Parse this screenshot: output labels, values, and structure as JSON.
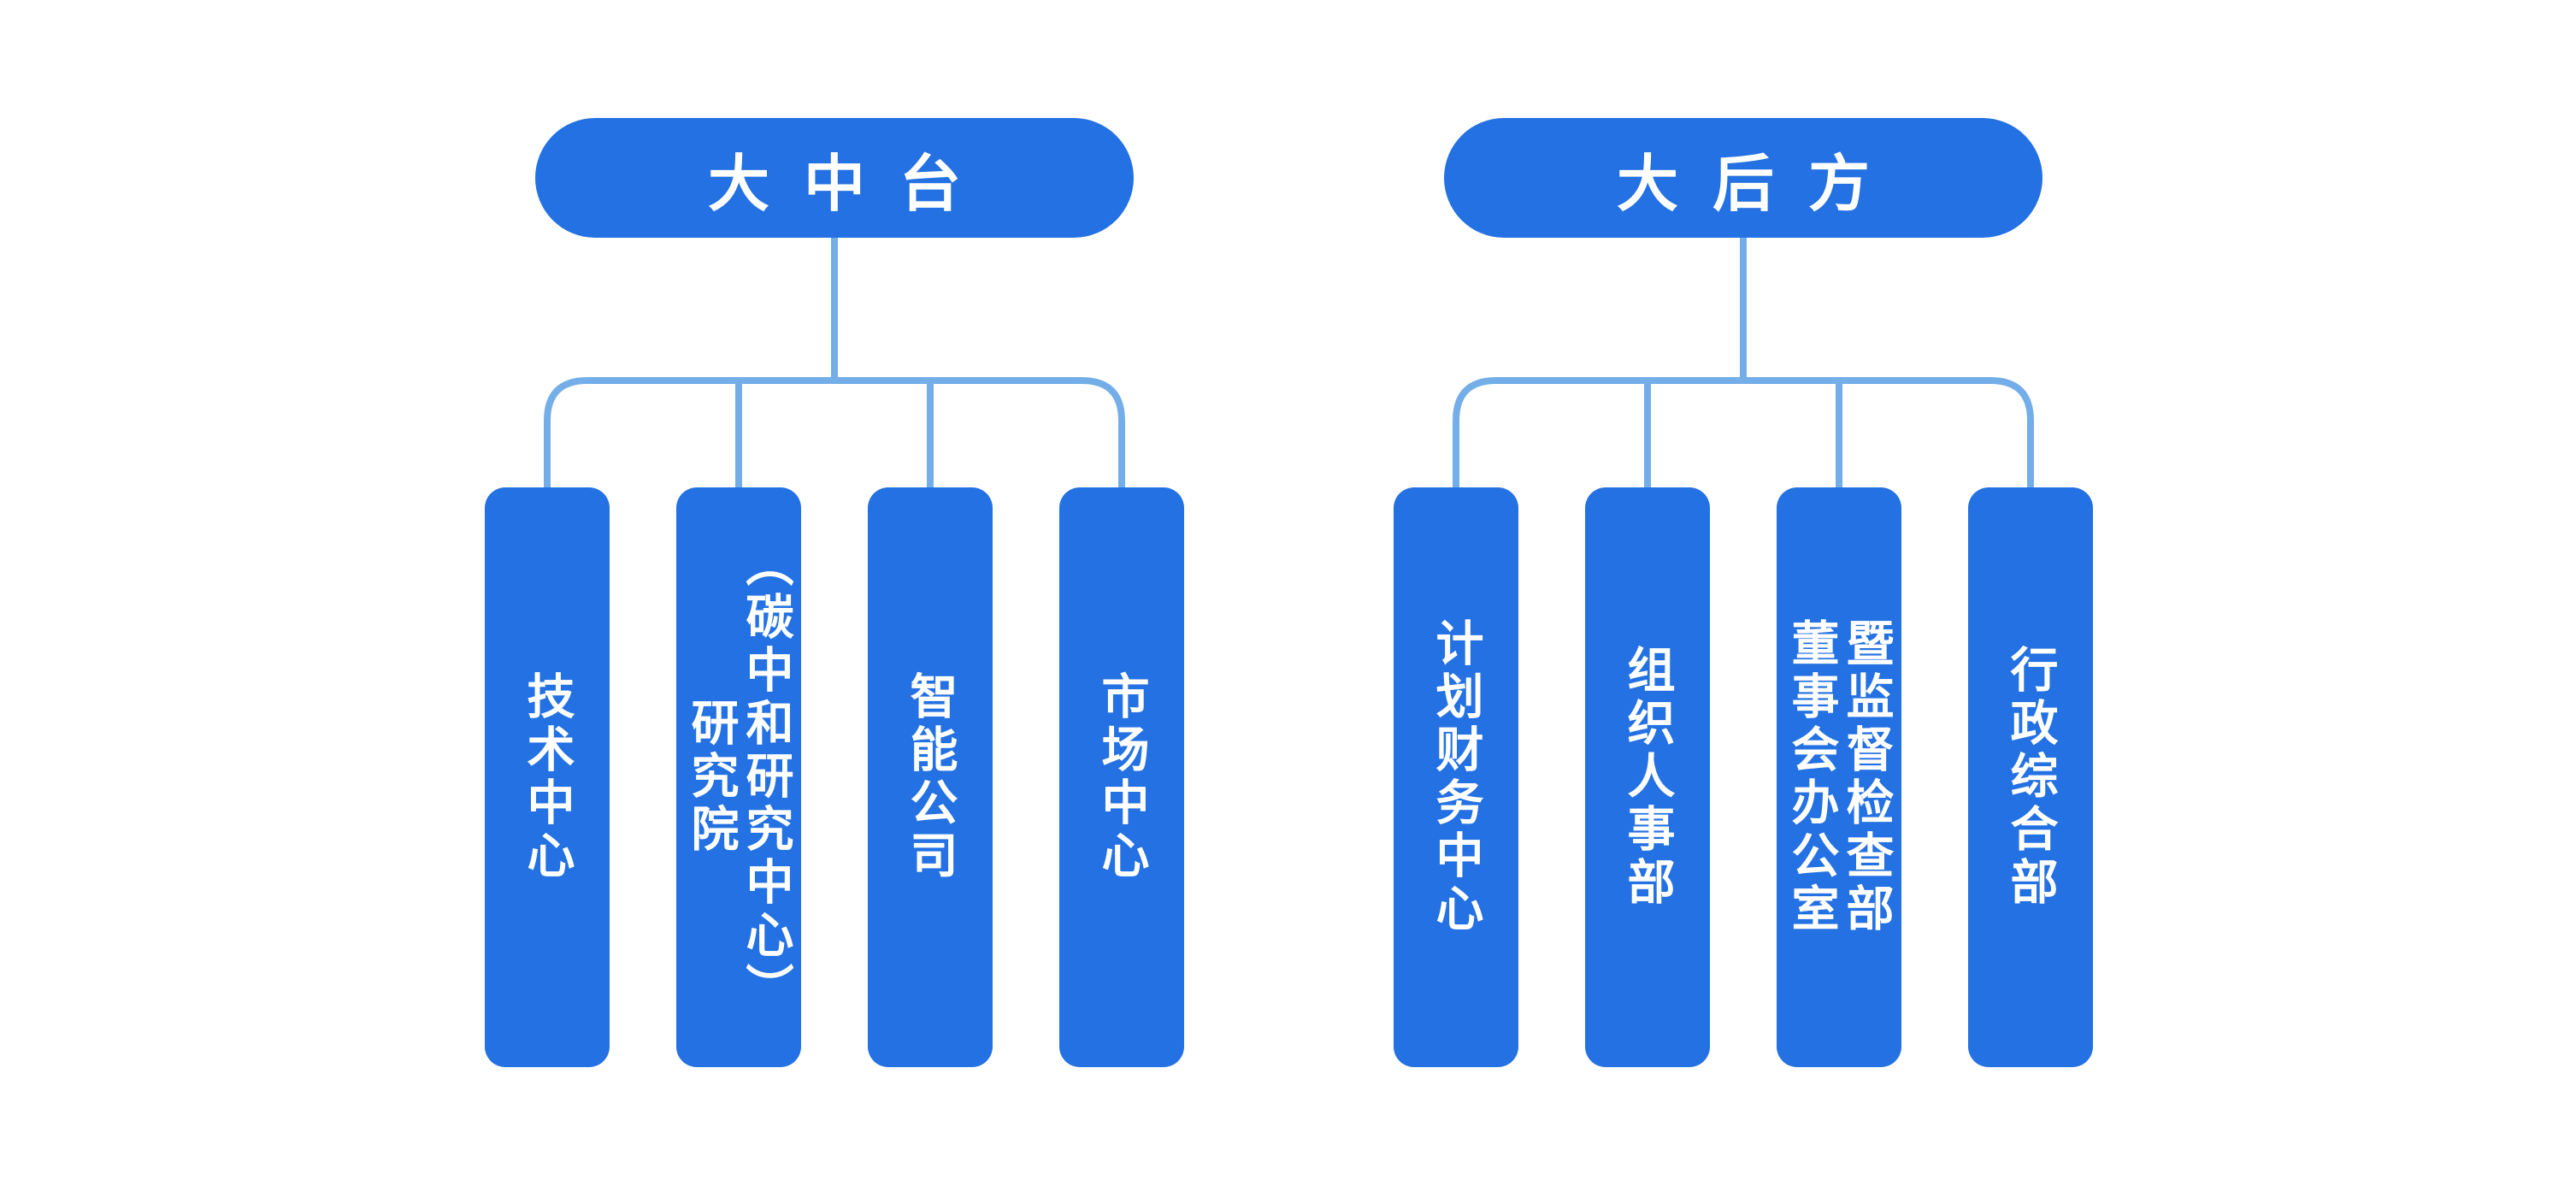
{
  "theme": {
    "node_blue": "#2371E2",
    "connector_blue": "#74AEE8",
    "text_white": "#FFFFFF",
    "background": "#FFFFFF"
  },
  "org_chart": {
    "groups": [
      {
        "title": "大中台",
        "children": [
          {
            "label": "技术中心"
          },
          {
            "label": "研究院\n（碳中和研究中心）"
          },
          {
            "label": "智能公司"
          },
          {
            "label": "市场中心"
          }
        ]
      },
      {
        "title": "大后方",
        "children": [
          {
            "label": "计划财务中心"
          },
          {
            "label": "组织人事部"
          },
          {
            "label": "董事会办公室\n暨监督检查部"
          },
          {
            "label": "行政综合部"
          }
        ]
      }
    ]
  }
}
